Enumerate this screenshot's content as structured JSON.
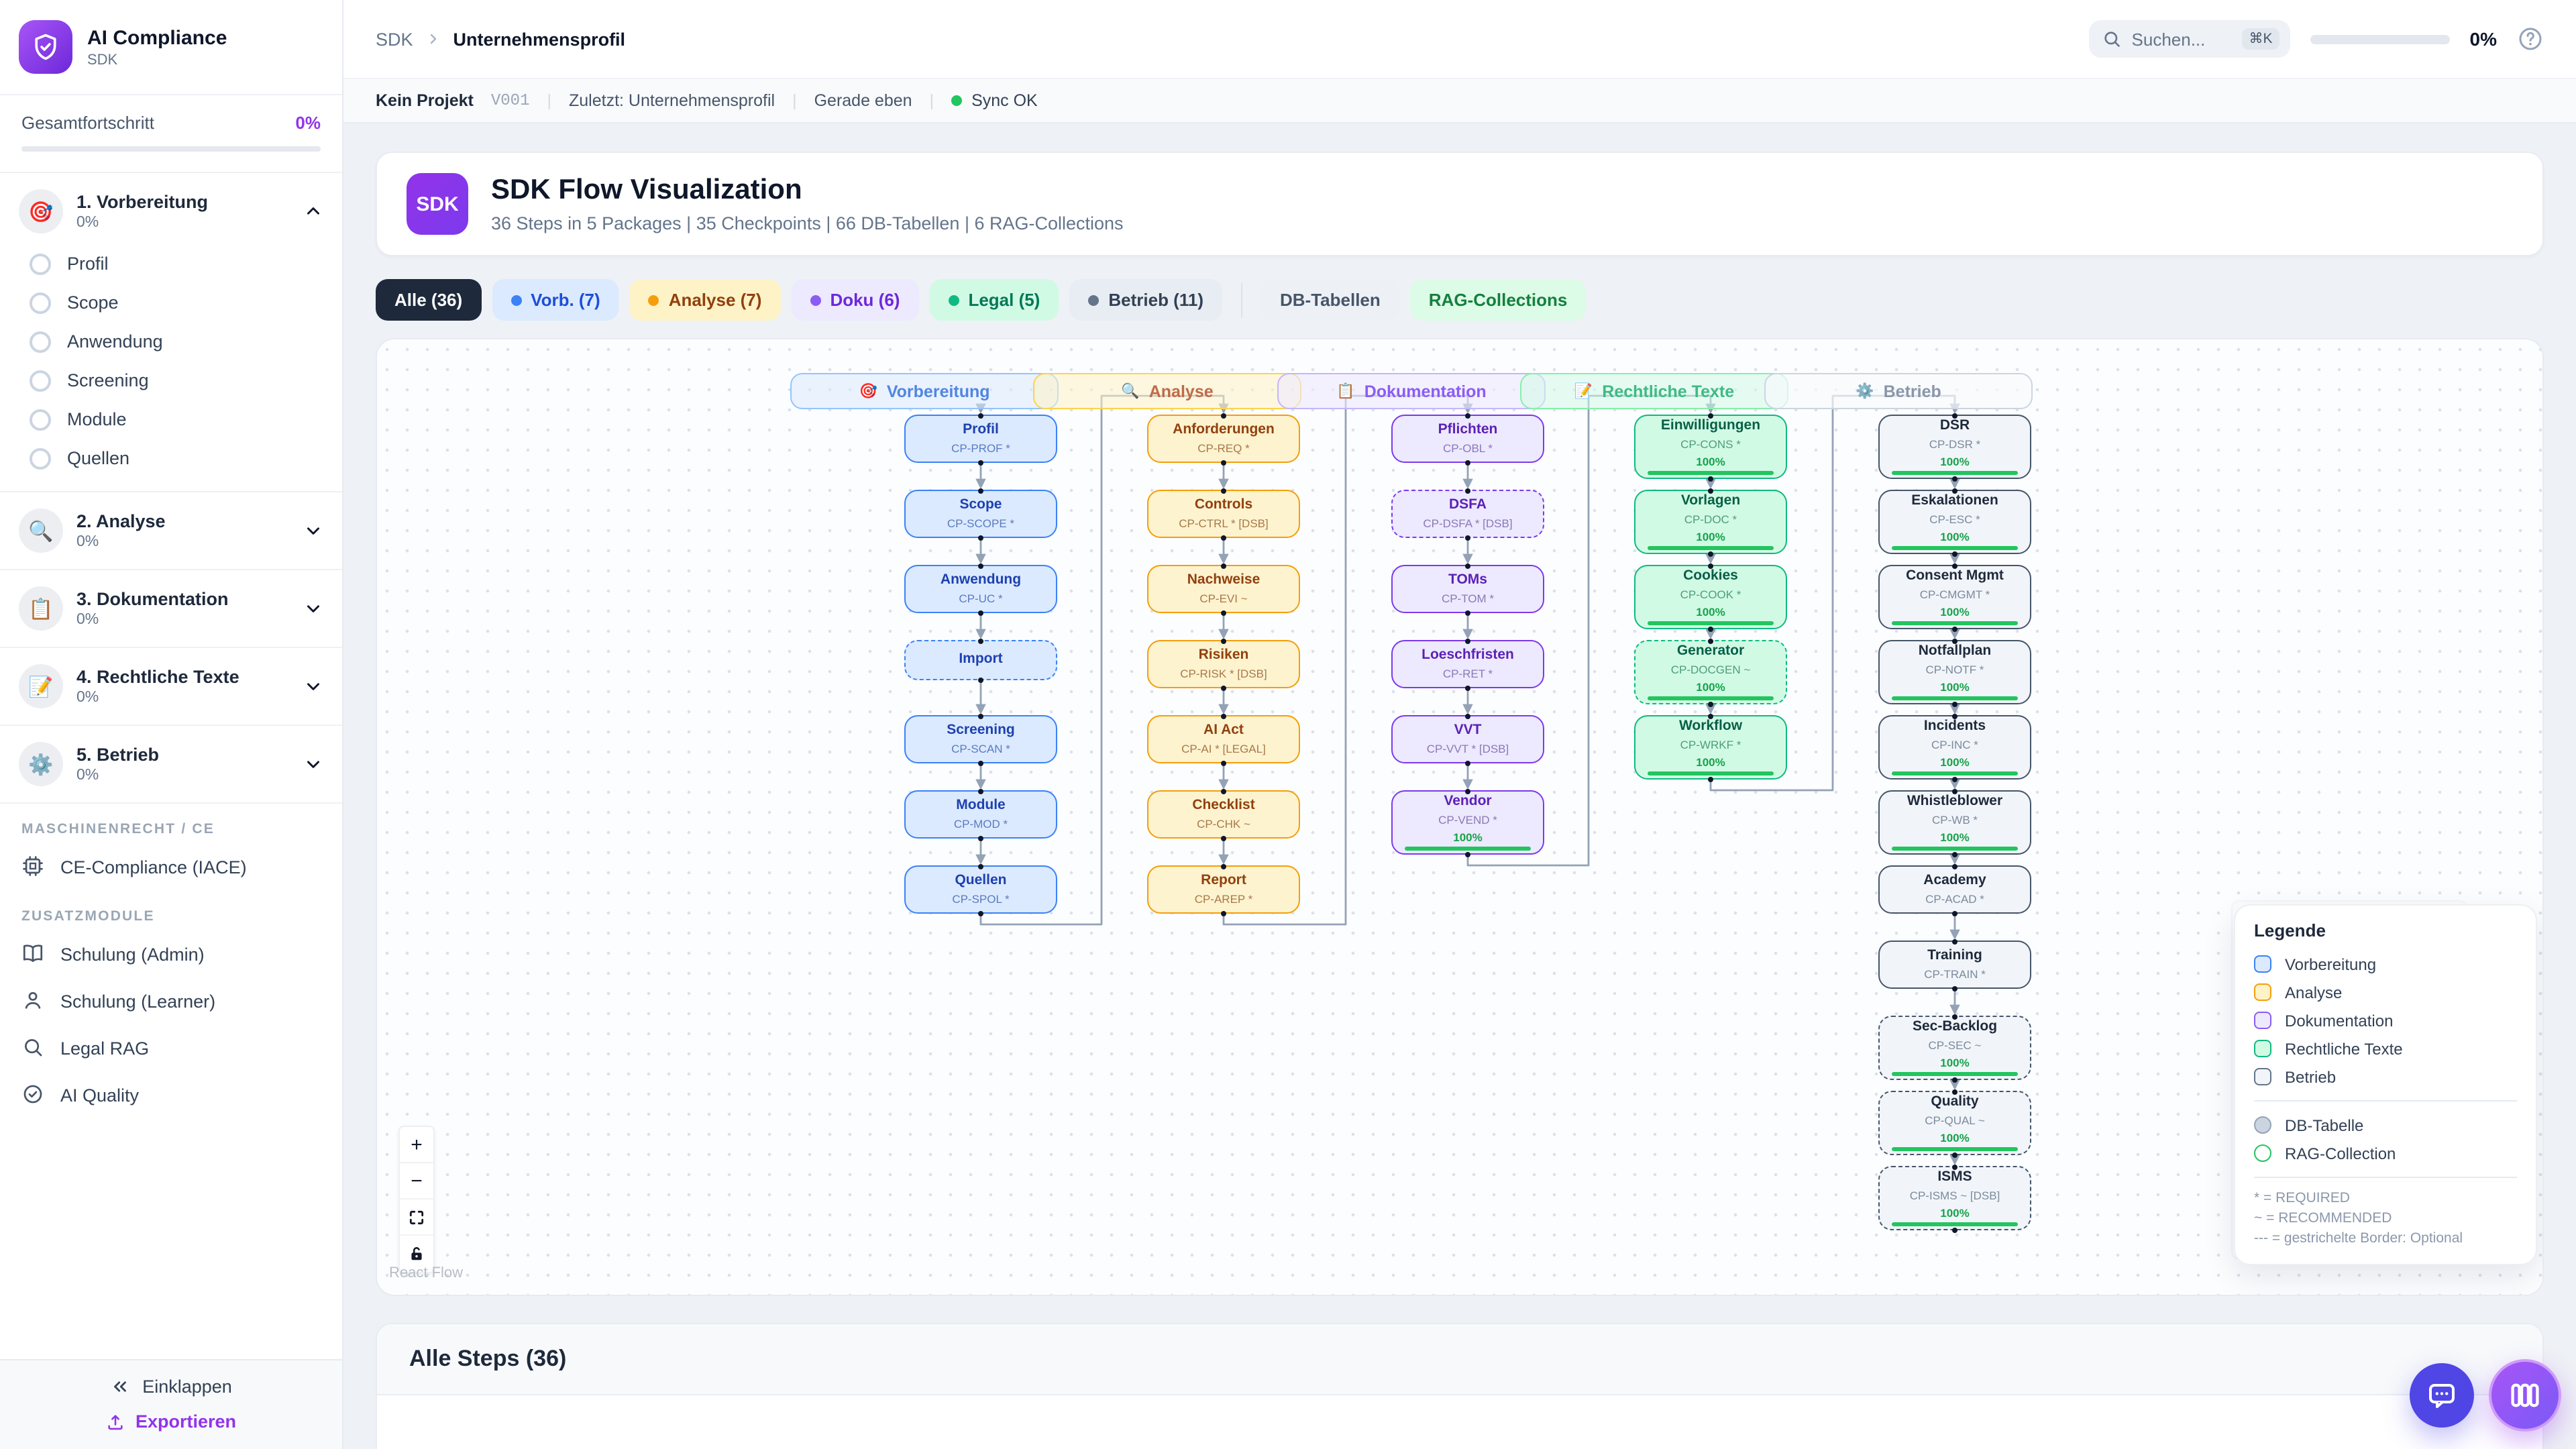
{
  "sidebar": {
    "app_title": "AI Compliance",
    "app_subtitle": "SDK",
    "progress_label": "Gesamtfortschritt",
    "progress_value": "0%",
    "sections": [
      {
        "emoji": "🎯",
        "label": "1. Vorbereitung",
        "percent": "0%",
        "expanded": true,
        "items": [
          "Profil",
          "Scope",
          "Anwendung",
          "Screening",
          "Module",
          "Quellen"
        ]
      },
      {
        "emoji": "🔍",
        "label": "2. Analyse",
        "percent": "0%",
        "expanded": false,
        "items": []
      },
      {
        "emoji": "📋",
        "label": "3. Dokumentation",
        "percent": "0%",
        "expanded": false,
        "items": []
      },
      {
        "emoji": "📝",
        "label": "4. Rechtliche Texte",
        "percent": "0%",
        "expanded": false,
        "items": []
      },
      {
        "emoji": "⚙️",
        "label": "5. Betrieb",
        "percent": "0%",
        "expanded": false,
        "items": []
      }
    ],
    "group1_label": "MASCHINENRECHT / CE",
    "ce_item": "CE-Compliance (IACE)",
    "group2_label": "ZUSATZMODULE",
    "extra_items": [
      {
        "icon": "book-icon",
        "label": "Schulung (Admin)"
      },
      {
        "icon": "user-icon",
        "label": "Schulung (Learner)"
      },
      {
        "icon": "search-icon",
        "label": "Legal RAG"
      },
      {
        "icon": "check-circle-icon",
        "label": "AI Quality"
      }
    ],
    "collapse_label": "Einklappen",
    "export_label": "Exportieren"
  },
  "header": {
    "breadcrumb_root": "SDK",
    "breadcrumb_current": "Unternehmensprofil",
    "search_placeholder": "Suchen...",
    "search_shortcut": "⌘K",
    "progress": "0%"
  },
  "statusbar": {
    "project": "Kein Projekt",
    "version": "V001",
    "last": "Zuletzt: Unternehmensprofil",
    "time": "Gerade eben",
    "sync": "Sync OK"
  },
  "hero": {
    "badge": "SDK",
    "title": "SDK Flow Visualization",
    "subtitle": "36 Steps in 5 Packages | 35 Checkpoints | 66 DB-Tabellen | 6 RAG-Collections"
  },
  "filters": [
    {
      "label": "Alle (36)",
      "bg": "#1e293b",
      "fg": "#ffffff",
      "dot": null,
      "active": true
    },
    {
      "label": "Vorb. (7)",
      "bg": "#dbeafe",
      "fg": "#1d4ed8",
      "dot": "#3b82f6"
    },
    {
      "label": "Analyse (7)",
      "bg": "#fef3c7",
      "fg": "#92400e",
      "dot": "#f59e0b"
    },
    {
      "label": "Doku (6)",
      "bg": "#ede9fe",
      "fg": "#6d28d9",
      "dot": "#8b5cf6"
    },
    {
      "label": "Legal (5)",
      "bg": "#d1fae5",
      "fg": "#047857",
      "dot": "#10b981"
    },
    {
      "label": "Betrieb (11)",
      "bg": "#e8edf3",
      "fg": "#334155",
      "dot": "#64748b"
    },
    {
      "label": "DB-Tabellen",
      "bg": "#edf1f6",
      "fg": "#475569",
      "dot": null,
      "group2": true
    },
    {
      "label": "RAG-Collections",
      "bg": "#dcfce7",
      "fg": "#15803d",
      "dot": null,
      "group2": true
    }
  ],
  "flow": {
    "packages": [
      {
        "label": "Vorbereitung",
        "emoji": "🎯",
        "colors": {
          "fill": "#dbeafe",
          "border": "#3b82f6",
          "title": "#1e40af",
          "code": "#5b7bc0",
          "header_bg": "rgba(219,234,254,0.55)",
          "header_border": "#93c5fd",
          "header_fg": "#5186e0"
        },
        "nodes": [
          {
            "title": "Profil",
            "code": "CP-PROF *"
          },
          {
            "title": "Scope",
            "code": "CP-SCOPE *"
          },
          {
            "title": "Anwendung",
            "code": "CP-UC *"
          },
          {
            "title": "Import",
            "code": null,
            "dashed": true
          },
          {
            "title": "Screening",
            "code": "CP-SCAN *"
          },
          {
            "title": "Module",
            "code": "CP-MOD *"
          },
          {
            "title": "Quellen",
            "code": "CP-SPOL *"
          }
        ]
      },
      {
        "label": "Analyse",
        "emoji": "🔍",
        "colors": {
          "fill": "#fdf3cf",
          "border": "#f59e0b",
          "title": "#92400e",
          "code": "#a8794a",
          "header_bg": "rgba(254,243,199,0.55)",
          "header_border": "#fcd34d",
          "header_fg": "#c06a4a"
        },
        "nodes": [
          {
            "title": "Anforderungen",
            "code": "CP-REQ *"
          },
          {
            "title": "Controls",
            "code": "CP-CTRL * [DSB]"
          },
          {
            "title": "Nachweise",
            "code": "CP-EVI ~"
          },
          {
            "title": "Risiken",
            "code": "CP-RISK * [DSB]"
          },
          {
            "title": "AI Act",
            "code": "CP-AI * [LEGAL]"
          },
          {
            "title": "Checklist",
            "code": "CP-CHK ~"
          },
          {
            "title": "Report",
            "code": "CP-AREP *"
          }
        ]
      },
      {
        "label": "Dokumentation",
        "emoji": "📋",
        "colors": {
          "fill": "#ede9fe",
          "border": "#7c3aed",
          "title": "#5b21b6",
          "code": "#8a79b8",
          "header_bg": "rgba(237,233,254,0.6)",
          "header_border": "#c4b5fd",
          "header_fg": "#8b5cf6"
        },
        "nodes": [
          {
            "title": "Pflichten",
            "code": "CP-OBL *"
          },
          {
            "title": "DSFA",
            "code": "CP-DSFA * [DSB]",
            "dashed": true
          },
          {
            "title": "TOMs",
            "code": "CP-TOM *"
          },
          {
            "title": "Loeschfristen",
            "code": "CP-RET *"
          },
          {
            "title": "VVT",
            "code": "CP-VVT * [DSB]"
          },
          {
            "title": "Vendor",
            "code": "CP-VEND *",
            "progress": "100%"
          }
        ]
      },
      {
        "label": "Rechtliche Texte",
        "emoji": "📝",
        "colors": {
          "fill": "#d1fae5",
          "border": "#10b981",
          "title": "#065f46",
          "code": "#4f9d7a",
          "header_bg": "rgba(209,250,229,0.55)",
          "header_border": "#86efac",
          "header_fg": "#3fba85"
        },
        "nodes": [
          {
            "title": "Einwilligungen",
            "code": "CP-CONS *",
            "progress": "100%"
          },
          {
            "title": "Vorlagen",
            "code": "CP-DOC *",
            "progress": "100%"
          },
          {
            "title": "Cookies",
            "code": "CP-COOK *",
            "progress": "100%"
          },
          {
            "title": "Generator",
            "code": "CP-DOCGEN ~",
            "progress": "100%",
            "dashed": true
          },
          {
            "title": "Workflow",
            "code": "CP-WRKF *",
            "progress": "100%"
          }
        ]
      },
      {
        "label": "Betrieb",
        "emoji": "⚙️",
        "colors": {
          "fill": "#f1f5f9",
          "border": "#475569",
          "title": "#1e293b",
          "code": "#7c8a9c",
          "header_bg": "rgba(248,250,252,0.7)",
          "header_border": "#cbd5e1",
          "header_fg": "#8a97a8"
        },
        "nodes": [
          {
            "title": "DSR",
            "code": "CP-DSR *",
            "progress": "100%"
          },
          {
            "title": "Eskalationen",
            "code": "CP-ESC *",
            "progress": "100%"
          },
          {
            "title": "Consent Mgmt",
            "code": "CP-CMGMT *",
            "progress": "100%"
          },
          {
            "title": "Notfallplan",
            "code": "CP-NOTF *",
            "progress": "100%"
          },
          {
            "title": "Incidents",
            "code": "CP-INC *",
            "progress": "100%"
          },
          {
            "title": "Whistleblower",
            "code": "CP-WB *",
            "progress": "100%"
          },
          {
            "title": "Academy",
            "code": "CP-ACAD *"
          },
          {
            "title": "Training",
            "code": "CP-TRAIN *"
          },
          {
            "title": "Sec-Backlog",
            "code": "CP-SEC ~",
            "progress": "100%",
            "dashed": true
          },
          {
            "title": "Quality",
            "code": "CP-QUAL ~",
            "progress": "100%",
            "dashed": true
          },
          {
            "title": "ISMS",
            "code": "CP-ISMS ~ [DSB]",
            "progress": "100%",
            "dashed": true
          }
        ]
      }
    ],
    "legend": {
      "title": "Legende",
      "package_items": [
        {
          "label": "Vorbereitung",
          "fill": "#dbeafe",
          "border": "#3b82f6"
        },
        {
          "label": "Analyse",
          "fill": "#fef3c7",
          "border": "#f59e0b"
        },
        {
          "label": "Dokumentation",
          "fill": "#ede9fe",
          "border": "#8b5cf6"
        },
        {
          "label": "Rechtliche Texte",
          "fill": "#d1fae5",
          "border": "#10b981"
        },
        {
          "label": "Betrieb",
          "fill": "#f1f5f9",
          "border": "#64748b"
        }
      ],
      "shape_items": [
        {
          "label": "DB-Tabelle",
          "fill": "#cbd5e1",
          "border": "#94a3b8"
        },
        {
          "label": "RAG-Collection",
          "fill": "#ffffff",
          "border": "#22c55e"
        }
      ],
      "notes": [
        "* = REQUIRED",
        "~ = RECOMMENDED",
        "--- = gestrichelte Border: Optional"
      ]
    },
    "controls": [
      {
        "name": "zoom-in",
        "glyph": "+"
      },
      {
        "name": "zoom-out",
        "glyph": "−"
      },
      {
        "name": "fit-view",
        "glyph": "fit"
      },
      {
        "name": "lock",
        "glyph": "lock"
      }
    ],
    "attribution": "React Flow",
    "progress_color": "#22c55e",
    "edge_color": "#93a2b5"
  },
  "steps_panel": {
    "title": "Alle Steps (36)"
  }
}
